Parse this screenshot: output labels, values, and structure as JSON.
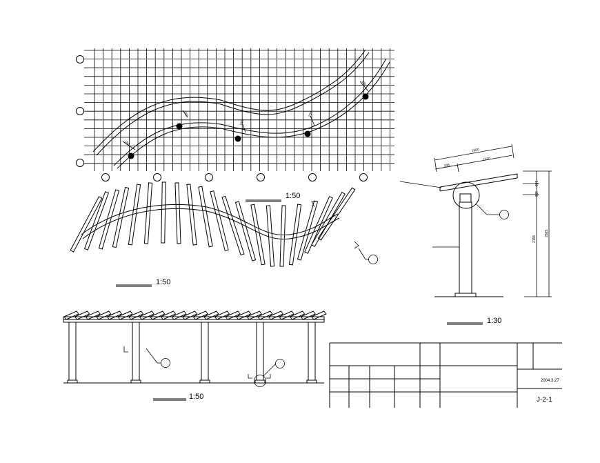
{
  "drawing": {
    "plan_grid": {
      "scale": "1:50",
      "dimension_labels": [
        "150",
        "150",
        "150",
        "150",
        "150"
      ]
    },
    "plan_arc": {
      "scale": "1:50"
    },
    "elevation": {
      "scale": "1:50"
    },
    "section": {
      "scale": "1:30",
      "dimensions": {
        "top_overall": "1660",
        "top_left": "335",
        "top_right": "1270",
        "side_small_a": "150",
        "side_small_b": "150",
        "side_mid": "2155",
        "side_overall": "2565"
      }
    },
    "title_block": {
      "date": "2004.3.27",
      "sheet_number": "J-2-1"
    }
  }
}
